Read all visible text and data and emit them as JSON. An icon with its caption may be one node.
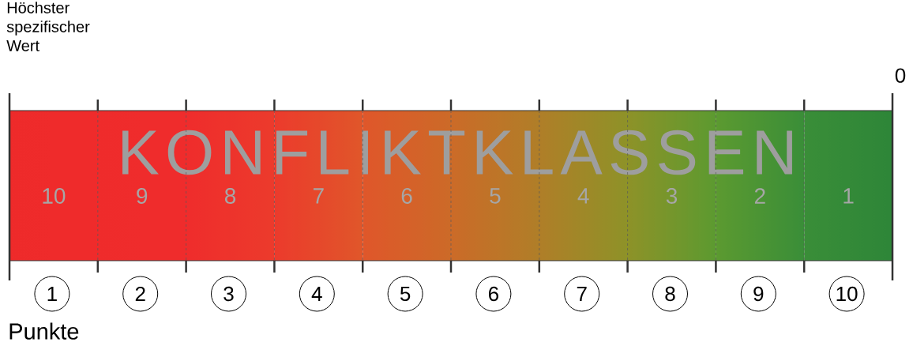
{
  "diagram": {
    "nodes": [
      {
        "text": [
          "KONFLIKTKLASSEN"
        ]
      },
      {
        "text": [
          "10"
        ],
        "in": 0
      },
      {
        "text": [
          "9"
        ],
        "in": 0
      },
      {
        "text": [
          "8"
        ],
        "in": 0
      },
      {
        "text": [
          "7"
        ],
        "in": 0
      },
      {
        "text": [
          "6"
        ],
        "in": 0
      },
      {
        "text": [
          "5"
        ],
        "in": 0
      },
      {
        "text": [
          "4"
        ],
        "in": 0
      },
      {
        "text": [
          "3"
        ],
        "in": 0
      },
      {
        "text": [
          "2"
        ],
        "in": 0
      },
      {
        "text": [
          "1"
        ],
        "in": 0
      },
      {
        "text": [
          "1"
        ]
      },
      {
        "text": [
          "2"
        ]
      },
      {
        "text": [
          "3"
        ]
      },
      {
        "text": [
          "4"
        ]
      },
      {
        "text": [
          "5"
        ]
      },
      {
        "text": [
          "6"
        ]
      },
      {
        "text": [
          "7"
        ]
      },
      {
        "text": [
          "8"
        ]
      },
      {
        "text": [
          "9"
        ]
      },
      {
        "text": [
          "10"
        ]
      }
    ],
    "labels": [
      "Höchster spezifischer Wert",
      "0",
      "Punkte"
    ]
  }
}
